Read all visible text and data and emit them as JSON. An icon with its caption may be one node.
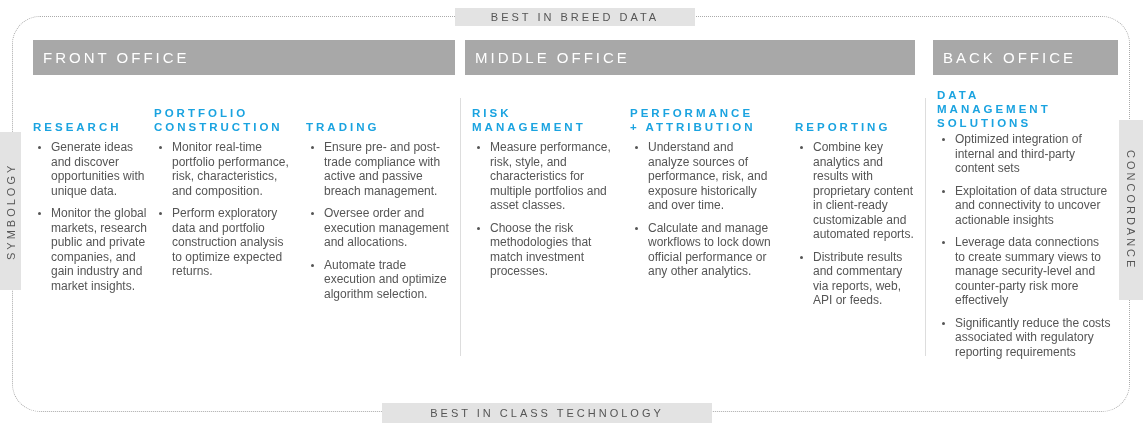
{
  "diagram": {
    "nodes": [
      {
        "text": [
          "BEST IN BREED DATA"
        ]
      },
      {
        "text": [
          "SYMBOLOGY"
        ]
      },
      {
        "text": [
          "FRONT OFFICE"
        ]
      },
      {
        "text": [
          "MIDDLE OFFICE"
        ]
      },
      {
        "text": [
          "BACK OFFICE"
        ]
      },
      {
        "text": [
          "CONCORDANCE"
        ]
      },
      {
        "text": [
          "BEST IN CLASS TECHNOLOGY"
        ]
      }
    ],
    "labels": [
      "RESEARCH",
      "Generate ideas and discover opportunities with unique data.",
      "Monitor the global markets, research public and private companies, and gain industry and market insights.",
      "PORTFOLIO CONSTRUCTION",
      "Monitor real-time portfolio performance, risk, characteristics, and composition.",
      "Perform exploratory data and portfolio construction analysis to optimize expected returns.",
      "TRADING",
      "Ensure pre- and post-trade compliance with active and passive breach management.",
      "Oversee order and execution management and allocations.",
      "Automate trade execution and optimize algorithm selection.",
      "RISK MANAGEMENT",
      "Measure performance, risk, style, and characteristics for multiple portfolios and asset classes.",
      "Choose the risk methodologies that match investment processes.",
      "PERFORMANCE + ATTRIBUTION",
      "Understand and analyze sources of performance, risk, and exposure historically and over time.",
      "Calculate and manage workflows to lock down official performance or any other analytics.",
      "REPORTING",
      "Combine key analytics and results with proprietary content in client-ready customizable and automated reports.",
      "Distribute results and commentary via reports, web, API or feeds.",
      "DATA MANAGEMENT SOLUTIONS",
      "Optimized integration of internal and third-party content sets",
      "Exploitation of data structure and connectivity to uncover actionable insights",
      "Leverage data connections to create summary views to manage security-level and counter-party risk more effectively",
      "Significantly reduce the costs associated with regulatory reporting requirements"
    ]
  }
}
